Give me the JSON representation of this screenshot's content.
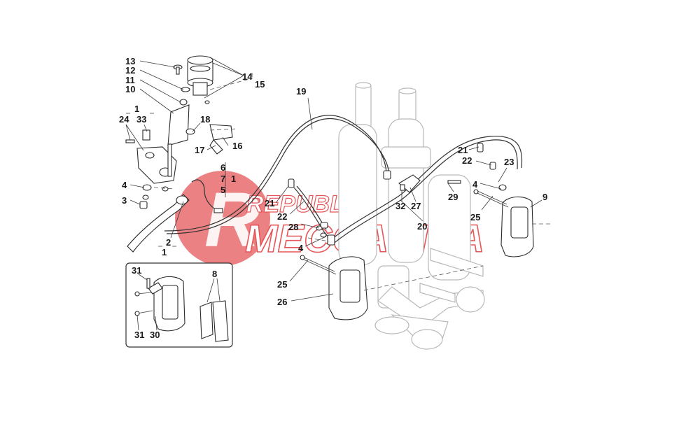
{
  "diagram": {
    "watermark": {
      "line1": "REPUBLIC",
      "line2": "MECCANICA",
      "letter": "R",
      "color": "#e1393d"
    },
    "callouts": {
      "c13": "13",
      "c12": "12",
      "c11": "11",
      "c10": "10",
      "c1a": "1",
      "c24": "24",
      "c33": "33",
      "c14": "14",
      "c15": "15",
      "c18": "18",
      "c16": "16",
      "c17": "17",
      "c6": "6",
      "c7": "7",
      "c1b": "1",
      "c5": "5",
      "c4a": "4",
      "c3": "3",
      "c2": "2",
      "c1c": "1",
      "c19": "19",
      "c21a": "21",
      "c22a": "22",
      "c28": "28",
      "c4b": "4",
      "c25a": "25",
      "c26": "26",
      "c32": "32",
      "c27": "27",
      "c20": "20",
      "c29": "29",
      "c21b": "21",
      "c22b": "22",
      "c23": "23",
      "c4c": "4",
      "c25b": "25",
      "c9": "9",
      "c31a": "31",
      "c8": "8",
      "c31b": "31",
      "c30": "30"
    }
  }
}
